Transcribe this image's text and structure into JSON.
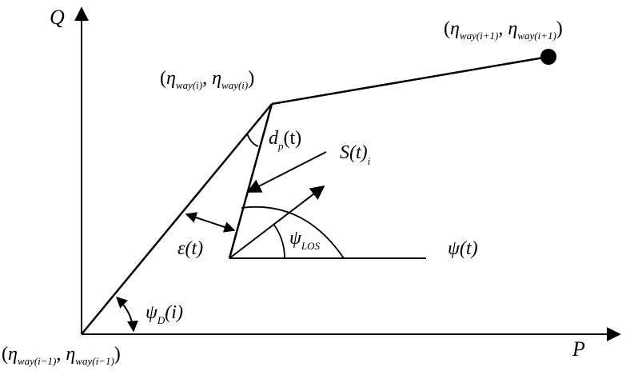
{
  "axes": {
    "vertical": "Q",
    "horizontal": "P"
  },
  "points": {
    "prev": {
      "eta": "η",
      "sub": "way(i−1)"
    },
    "curr": {
      "eta": "η",
      "sub": "way(i)"
    },
    "next": {
      "eta": "η",
      "sub": "way(i+1)"
    }
  },
  "symbols": {
    "cross_track": "ε(t)",
    "look_ahead": {
      "base": "d",
      "sub": "p",
      "arg": "(t)"
    },
    "s_vector": {
      "base": "S(t)",
      "sub": "i"
    },
    "psi_los": {
      "base": "ψ",
      "sub": "LOS"
    },
    "psi_d": {
      "base": "ψ",
      "sub": "D",
      "arg": "(i)"
    },
    "psi_t": "ψ(t)"
  },
  "punct": {
    "open": "(",
    "comma": ",",
    "space": " ",
    "close": ")"
  },
  "colors": {
    "ink": "#000000",
    "background": "#ffffff"
  }
}
